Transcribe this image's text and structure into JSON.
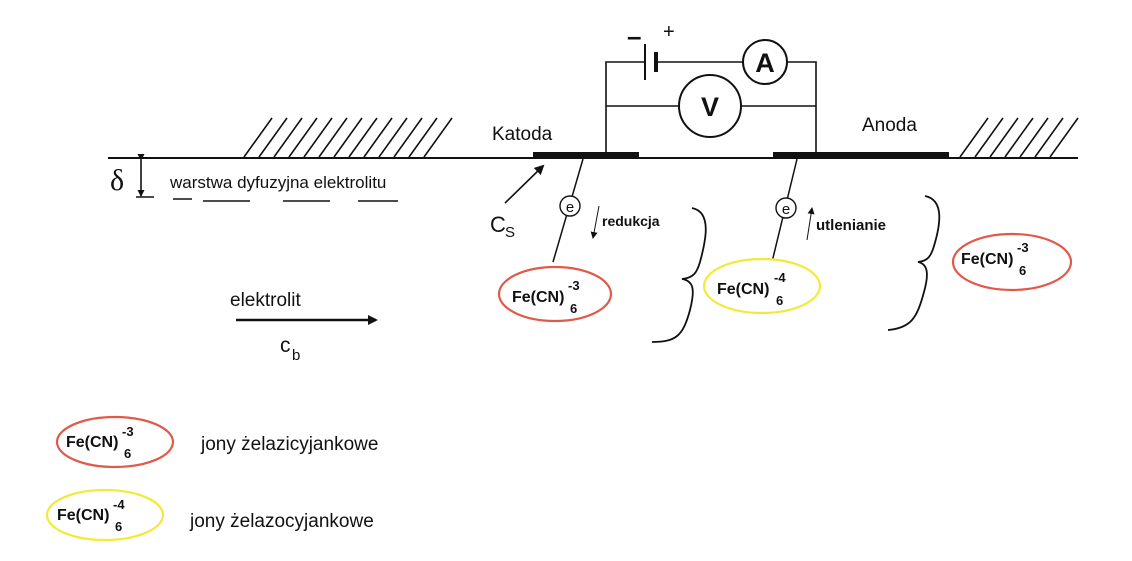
{
  "labels": {
    "cathode": "Katoda",
    "anode": "Anoda",
    "delta": "δ",
    "diffusion_layer": "warstwa dyfuzyjna elektrolitu",
    "cs_main": "C",
    "cs_sub": "S",
    "electron": "e",
    "reduction": "redukcja",
    "oxidation": "utlenianie",
    "electrolyte": "elektrolit",
    "cb_main": "c",
    "cb_sub": "b",
    "minus": "–",
    "plus": "+",
    "ammeter": "A",
    "voltmeter": "V"
  },
  "ions": {
    "ferricyanide": {
      "base": "Fe(CN)",
      "sup": "-3",
      "sub": "6",
      "color": "#e05a4a"
    },
    "ferrocyanide": {
      "base": "Fe(CN)",
      "sup": "-4",
      "sub": "6",
      "color": "#f2ea3a"
    }
  },
  "legend": {
    "ferricyanide_text": "jony  żelazicyjankowe",
    "ferrocyanide_text": "jony  żelazocyjankowe"
  }
}
